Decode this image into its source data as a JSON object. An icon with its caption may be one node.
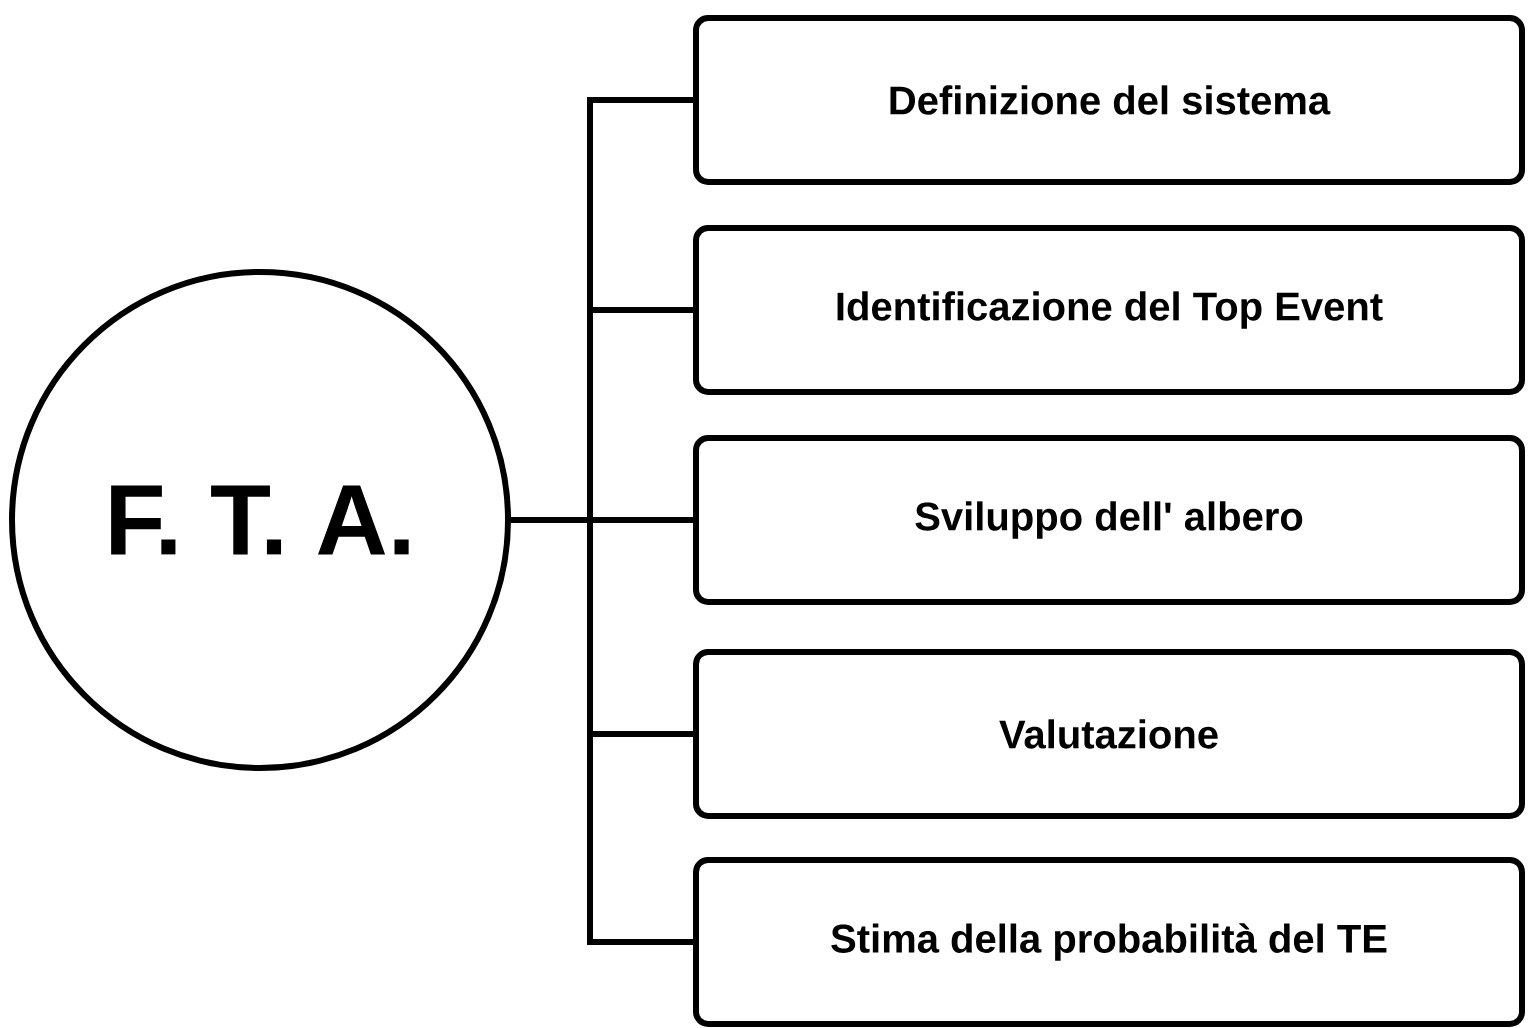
{
  "diagram": {
    "nodes": [
      {
        "text": [
          "F. T. A."
        ]
      },
      {
        "text": [
          "Definizione del sistema"
        ]
      },
      {
        "text": [
          "Identificazione del Top Event"
        ]
      },
      {
        "text": [
          "Sviluppo dell' albero"
        ]
      },
      {
        "text": [
          "Valutazione"
        ]
      },
      {
        "text": [
          "Stima della probabilità del TE"
        ]
      }
    ],
    "edges": [
      {
        "from": 0,
        "to": 1,
        "arrow": "none"
      },
      {
        "from": 0,
        "to": 2,
        "arrow": "none"
      },
      {
        "from": 0,
        "to": 3,
        "arrow": "none"
      },
      {
        "from": 0,
        "to": 4,
        "arrow": "none"
      },
      {
        "from": 0,
        "to": 5,
        "arrow": "none"
      }
    ]
  }
}
